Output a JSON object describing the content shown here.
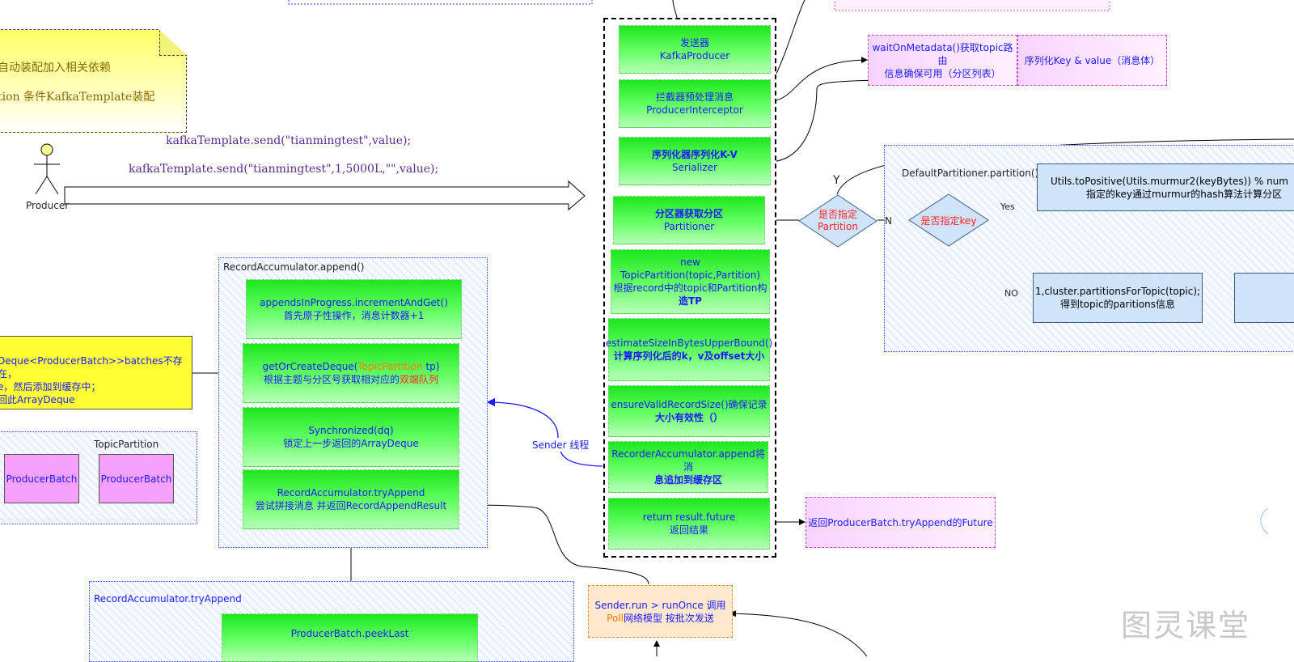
{
  "note": {
    "line1": "自动装配加入相关依赖",
    "line2": "tion 条件KafkaTemplate装配"
  },
  "code": {
    "line1": "kafkaTemplate.send(\"tianmingtest\",value);",
    "line2": "kafkaTemplate.send(\"tianmingtest\",1,5000L,\"\",value);"
  },
  "actor": {
    "label": "Producer"
  },
  "producer_flow": {
    "steps": [
      {
        "l1": "发送器",
        "l2": "KafkaProducer"
      },
      {
        "l1": "拦截器预处理消息",
        "l2": "ProducerInterceptor"
      },
      {
        "l1": "序列化器序列化K-V",
        "l2": "Serializer"
      },
      {
        "l1": "分区器获取分区",
        "l2": "Partitioner"
      },
      {
        "l1": "new TopicPartition(topic,Partition)",
        "l2": "根据record中的topic和Partition构",
        "l3": "造TP"
      },
      {
        "l1": "estimateSizeInBytesUpperBound()",
        "l2": "计算序列化后的k，v及offset大小"
      },
      {
        "l1": "ensureValidRecordSize()确保记录",
        "l2": "大小有效性（）"
      },
      {
        "l1": "RecorderAccumulator.append将消",
        "l2": "息追加到缓存区"
      },
      {
        "l1": "return result.future",
        "l2": "返回结果"
      }
    ]
  },
  "metadata_box": {
    "l1": "waitOnMetadata()获取topic路由",
    "l2": "信息确保可用（分区列表）"
  },
  "serialize_box": {
    "text": "序列化Key & value（消息体）"
  },
  "future_box": {
    "text": "返回ProducerBatch.tryAppend的Future"
  },
  "partitioner": {
    "title": "DefaultPartitioner.partition()",
    "decision1": {
      "l1": "是否指定",
      "l2": "Partition"
    },
    "decision2": "是否指定key",
    "y_label": "Y",
    "n_label": "N",
    "yes_label": "Yes",
    "no_label": "NO",
    "hash_box": {
      "l1": "Utils.toPositive(Utils.murmur2(keyBytes)) % num",
      "l2": "指定的key通过murmur的hash算法计算分区"
    },
    "cluster_box": {
      "l1": "1,cluster.partitionsForTopic(topic);",
      "l2": "得到topic的paritions信息"
    }
  },
  "accumulator": {
    "title": "RecordAccumulator.append()",
    "steps": [
      {
        "l1": "appendsInProgress.incrementAndGet()",
        "l2": "首先原子性操作，消息计数器+1"
      },
      {
        "l1a": "getOrCreateDeque(",
        "l1b": "TopicPartition",
        "l1c": " tp)",
        "l2a": "根据主题与分区号获取相对应的",
        "l2b": "双端队列"
      },
      {
        "l1": "Synchronized(dq)",
        "l2": "锁定上一步返回的ArrayDeque"
      },
      {
        "l1": "RecordAccumulator.tryAppend",
        "l2": "尝试拼接消息 并返回RecordAppendResult"
      }
    ]
  },
  "yellow_box": {
    "l1": "Deque<ProducerBatch>>batches不存在，",
    "l2": "e，然后添加到缓存中；",
    "l3": "回此ArrayDeque"
  },
  "topic_partition": {
    "title": "TopicPartition",
    "batch1": "ProducerBatch",
    "batch2": "ProducerBatch"
  },
  "sender_label": "Sender 线程",
  "try_append": {
    "title": "RecordAccumulator.tryAppend",
    "peek": "ProducerBatch.peekLast"
  },
  "sender_box": {
    "l1": "Sender.run > runOnce 调用",
    "l2a": "Poll",
    "l2b": "网络模型 按批次发送"
  },
  "watermark": "图灵课堂"
}
